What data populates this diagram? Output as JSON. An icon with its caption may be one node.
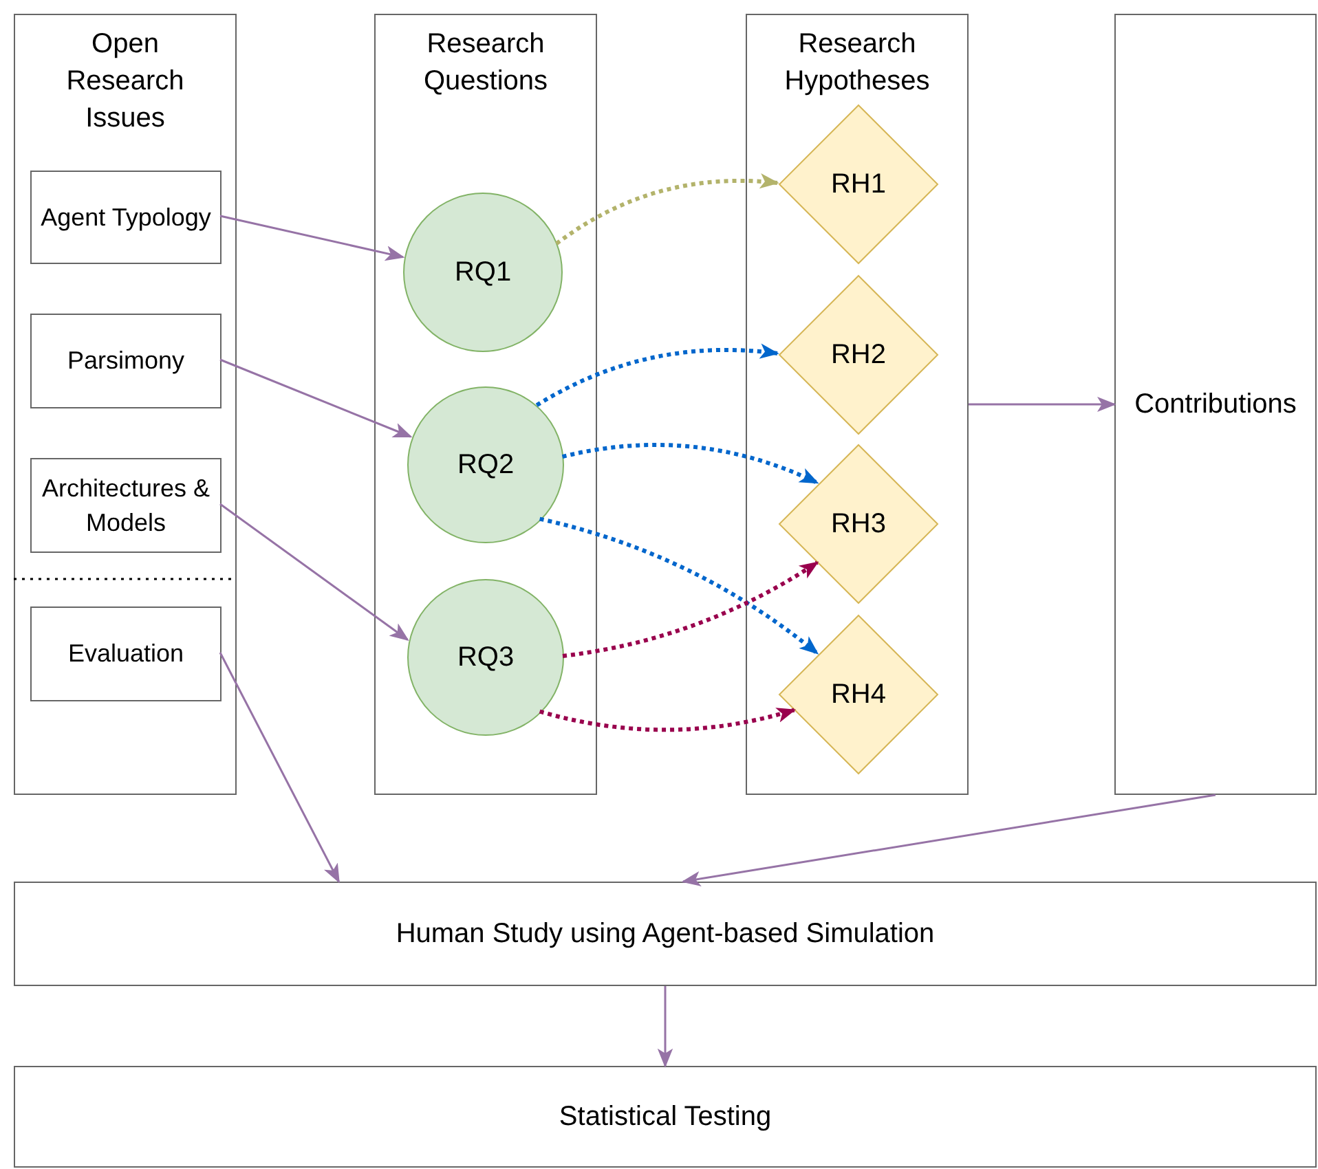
{
  "diagram": {
    "nodes": [
      {
        "text": [
          "Open Research Issues"
        ]
      },
      {
        "text": [
          "Agent Typology"
        ],
        "in": 0
      },
      {
        "text": [
          "Parsimony"
        ],
        "in": 0
      },
      {
        "text": [
          "Architectures & Models"
        ],
        "in": 0
      },
      {
        "text": [
          "Evaluation"
        ],
        "in": 0
      },
      {
        "text": [
          "Research Questions"
        ]
      },
      {
        "text": [
          "RQ1"
        ],
        "in": 5
      },
      {
        "text": [
          "RQ2"
        ],
        "in": 5
      },
      {
        "text": [
          "RQ3"
        ],
        "in": 5
      },
      {
        "text": [
          "Research Hypotheses"
        ]
      },
      {
        "text": [
          "RH1"
        ],
        "in": 9
      },
      {
        "text": [
          "RH2"
        ],
        "in": 9
      },
      {
        "text": [
          "RH3"
        ],
        "in": 9
      },
      {
        "text": [
          "RH4"
        ],
        "in": 9
      },
      {
        "text": [
          "Contributions"
        ]
      },
      {
        "text": [
          "Human Study using Agent-based Simulation"
        ]
      },
      {
        "text": [
          "Statistical Testing"
        ]
      }
    ],
    "edges": [
      {
        "from": 1,
        "to": 6,
        "arrow": "to"
      },
      {
        "from": 2,
        "to": 7,
        "arrow": "to"
      },
      {
        "from": 3,
        "to": 8,
        "arrow": "to"
      },
      {
        "from": 4,
        "to": 15,
        "arrow": "to"
      },
      {
        "from": 6,
        "to": 10,
        "arrow": "to",
        "style": "dashed",
        "color": "#b3b36b"
      },
      {
        "from": 7,
        "to": 11,
        "arrow": "to",
        "style": "dashed",
        "color": "#0066cc"
      },
      {
        "from": 7,
        "to": 12,
        "arrow": "to",
        "style": "dashed",
        "color": "#0066cc"
      },
      {
        "from": 7,
        "to": 13,
        "arrow": "to",
        "style": "dashed",
        "color": "#0066cc"
      },
      {
        "from": 8,
        "to": 12,
        "arrow": "to",
        "style": "dashed",
        "color": "#99004d"
      },
      {
        "from": 8,
        "to": 13,
        "arrow": "to",
        "style": "dashed",
        "color": "#99004d"
      },
      {
        "from": 9,
        "to": 14,
        "arrow": "to"
      },
      {
        "from": 14,
        "to": 15,
        "arrow": "to"
      },
      {
        "from": 15,
        "to": 16,
        "arrow": "to"
      }
    ]
  }
}
